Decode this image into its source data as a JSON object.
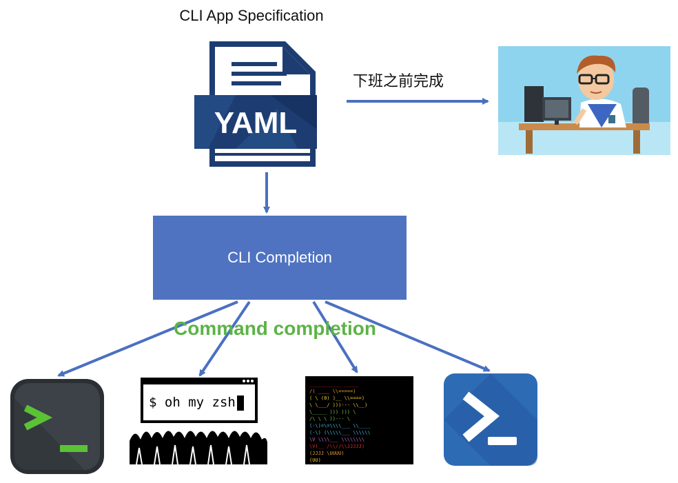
{
  "title": "CLI App Specification",
  "yaml": {
    "label": "YAML"
  },
  "arrow_label": "下班之前完成",
  "center_box": {
    "label": "CLI Completion"
  },
  "completion_label": "Command completion",
  "shells": [
    {
      "name": "terminal-app"
    },
    {
      "name": "oh-my-zsh",
      "prompt": "$ oh my zsh"
    },
    {
      "name": "ascii-art-terminal"
    },
    {
      "name": "powershell"
    }
  ],
  "colors": {
    "box_blue": "#4f73c1",
    "arrow_blue": "#4a70c0",
    "completion_green": "#5cb346",
    "yaml_navy": "#1d3d72"
  }
}
